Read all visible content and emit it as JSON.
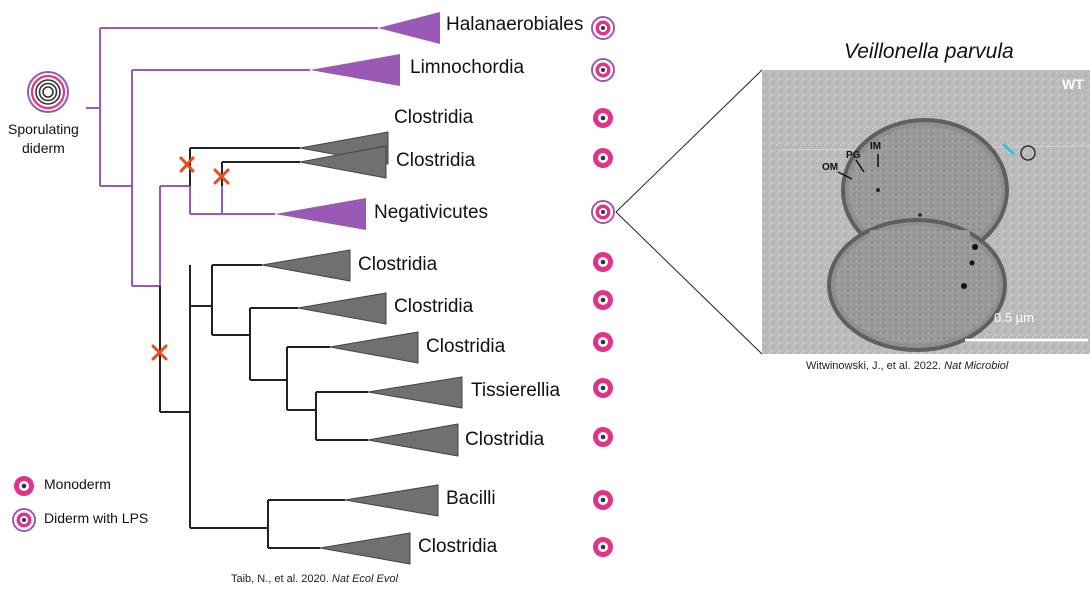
{
  "colors": {
    "diderm_purple": "#9b59b6",
    "monoderm_pink": "#e0338a",
    "clade_gray": "#707070",
    "loss_marker": "#f04a1a"
  },
  "root": {
    "line1": "Sporulating",
    "line2": "diderm",
    "icon": "sporulating-diderm-icon"
  },
  "taxa": [
    {
      "label": "Halanaerobiales",
      "clade_color": "purple",
      "membrane": "diderm"
    },
    {
      "label": "Limnochordia",
      "clade_color": "purple",
      "membrane": "diderm"
    },
    {
      "label": "Clostridia",
      "clade_color": "gray",
      "membrane": "monoderm"
    },
    {
      "label": "Clostridia",
      "clade_color": "gray",
      "membrane": "monoderm"
    },
    {
      "label": "Negativicutes",
      "clade_color": "purple",
      "membrane": "diderm"
    },
    {
      "label": "Clostridia",
      "clade_color": "gray",
      "membrane": "monoderm"
    },
    {
      "label": "Clostridia",
      "clade_color": "gray",
      "membrane": "monoderm"
    },
    {
      "label": "Clostridia",
      "clade_color": "gray",
      "membrane": "monoderm"
    },
    {
      "label": "Tissierellia",
      "clade_color": "gray",
      "membrane": "monoderm"
    },
    {
      "label": "Clostridia",
      "clade_color": "gray",
      "membrane": "monoderm"
    },
    {
      "label": "Bacilli",
      "clade_color": "gray",
      "membrane": "monoderm"
    },
    {
      "label": "Clostridia",
      "clade_color": "gray",
      "membrane": "monoderm"
    }
  ],
  "loss_markers": [
    "x",
    "x",
    "x"
  ],
  "legend": [
    {
      "label": "Monoderm",
      "icon": "monoderm-icon"
    },
    {
      "label": "Diderm with LPS",
      "icon": "diderm-icon"
    }
  ],
  "tree_citation": {
    "authors": "Taib, N., et al. 2020.",
    "journal": "Nat Ecol Evol"
  },
  "micrograph": {
    "title": "Veillonella parvula",
    "corner_label": "WT",
    "membrane_labels": [
      "OM",
      "PG",
      "IM"
    ],
    "scale_bar": "0.5 µm",
    "citation_authors": "Witwinowski, J., et al. 2022.",
    "citation_journal": "Nat Microbiol"
  }
}
